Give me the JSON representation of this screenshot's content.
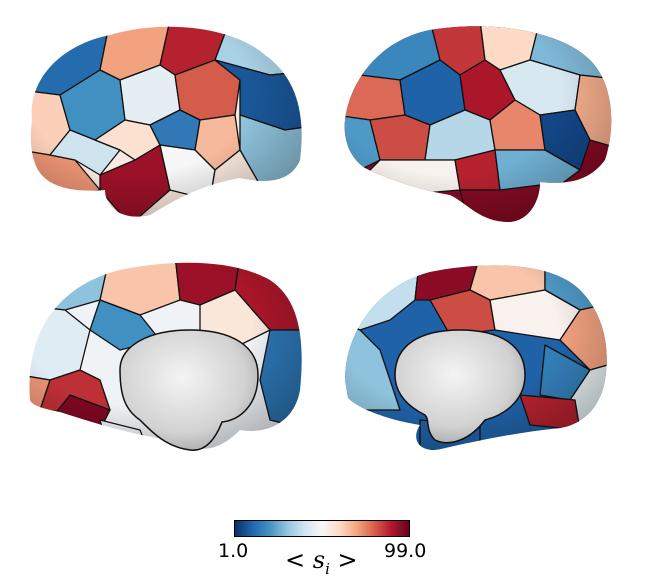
{
  "colorbar": {
    "min_label": "1.0",
    "max_label": "99.0",
    "label_lt": "<",
    "label_symbol": "s",
    "label_subscript": "i",
    "label_gt": ">",
    "stops": [
      "#08306b",
      "#2166ac",
      "#4393c3",
      "#92c5de",
      "#d1e5f0",
      "#f7f7f7",
      "#fddbc7",
      "#f4a582",
      "#d6604d",
      "#b2182b",
      "#67001f"
    ]
  },
  "views": [
    {
      "name": "left-lateral",
      "parcel_values": [
        55,
        12,
        70,
        88,
        34,
        62,
        20,
        45,
        80,
        8,
        72,
        40,
        58,
        15,
        66,
        30,
        92,
        50
      ]
    },
    {
      "name": "right-lateral",
      "parcel_values": [
        95,
        18,
        85,
        60,
        28,
        78,
        10,
        90,
        42,
        68,
        22,
        82,
        36,
        74,
        5,
        52,
        88,
        26
      ]
    },
    {
      "name": "left-medial",
      "parcel_values": [
        48,
        30,
        64,
        92,
        90,
        56,
        20,
        44,
        86,
        14,
        72,
        96
      ]
    },
    {
      "name": "right-medial",
      "parcel_values": [
        10,
        38,
        94,
        64,
        22,
        82,
        52,
        30,
        70,
        16,
        46,
        88
      ]
    }
  ]
}
